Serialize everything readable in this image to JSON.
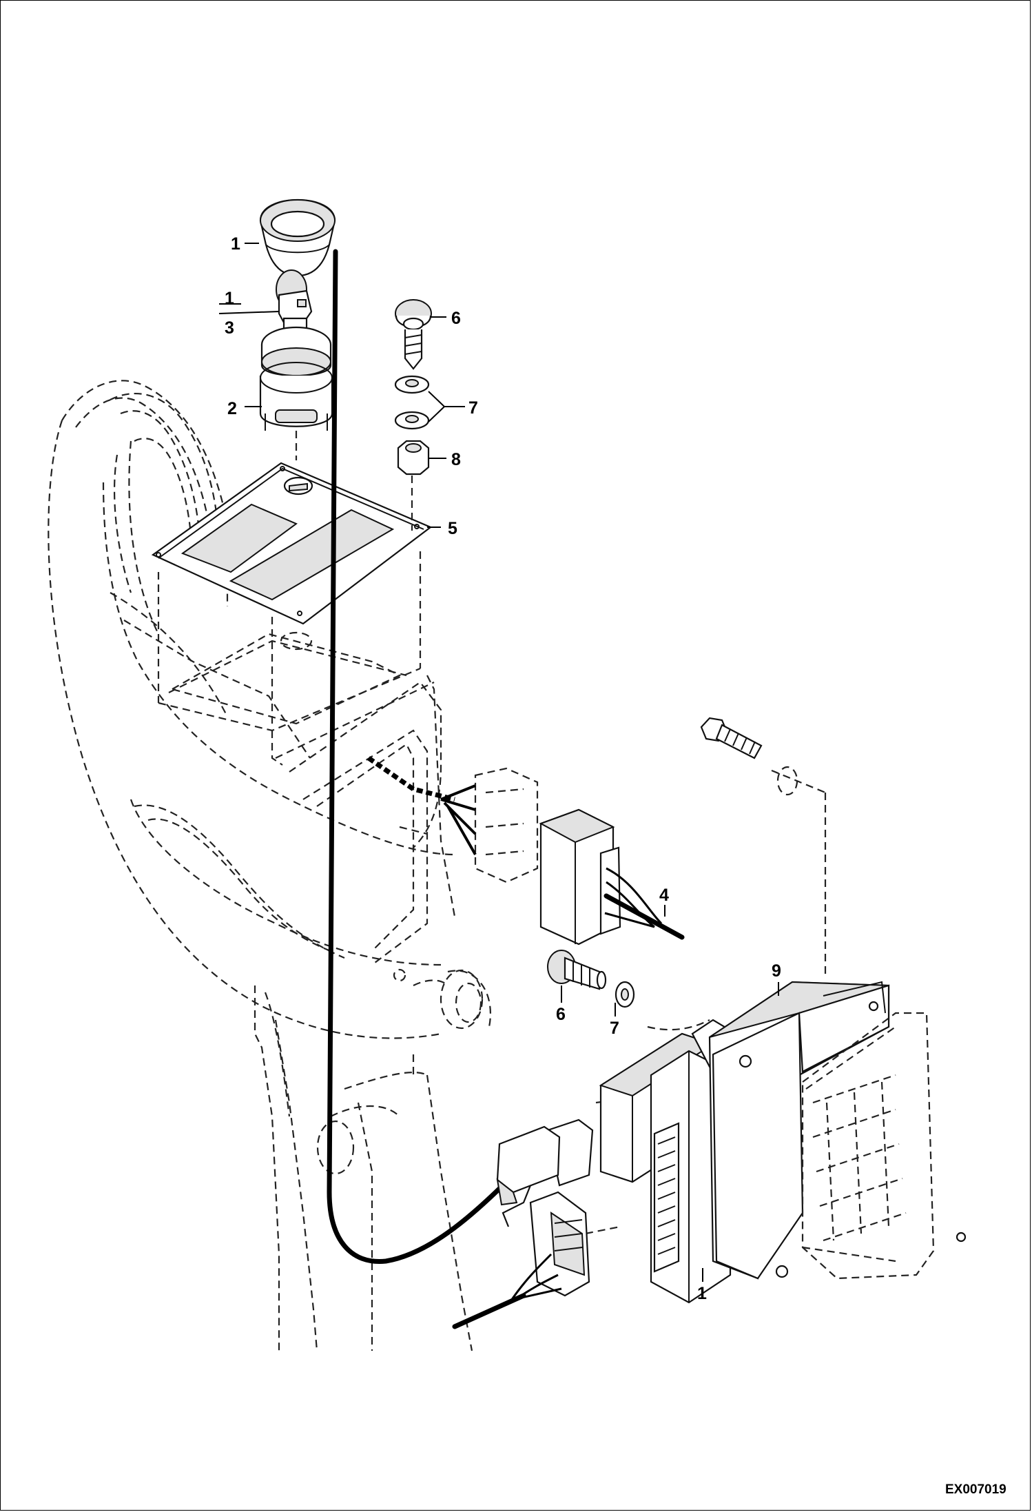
{
  "callouts": [
    {
      "id": "c1a",
      "text": "1"
    },
    {
      "id": "c1b",
      "text": "1"
    },
    {
      "id": "c3",
      "text": "3"
    },
    {
      "id": "c2",
      "text": "2"
    },
    {
      "id": "c6a",
      "text": "6"
    },
    {
      "id": "c7a",
      "text": "7"
    },
    {
      "id": "c8",
      "text": "8"
    },
    {
      "id": "c5",
      "text": "5"
    },
    {
      "id": "c4",
      "text": "4"
    },
    {
      "id": "c9",
      "text": "9"
    },
    {
      "id": "c6b",
      "text": "6"
    },
    {
      "id": "c7b",
      "text": "7"
    },
    {
      "id": "c1c",
      "text": "1"
    }
  ],
  "drawing_code": "EX007019"
}
